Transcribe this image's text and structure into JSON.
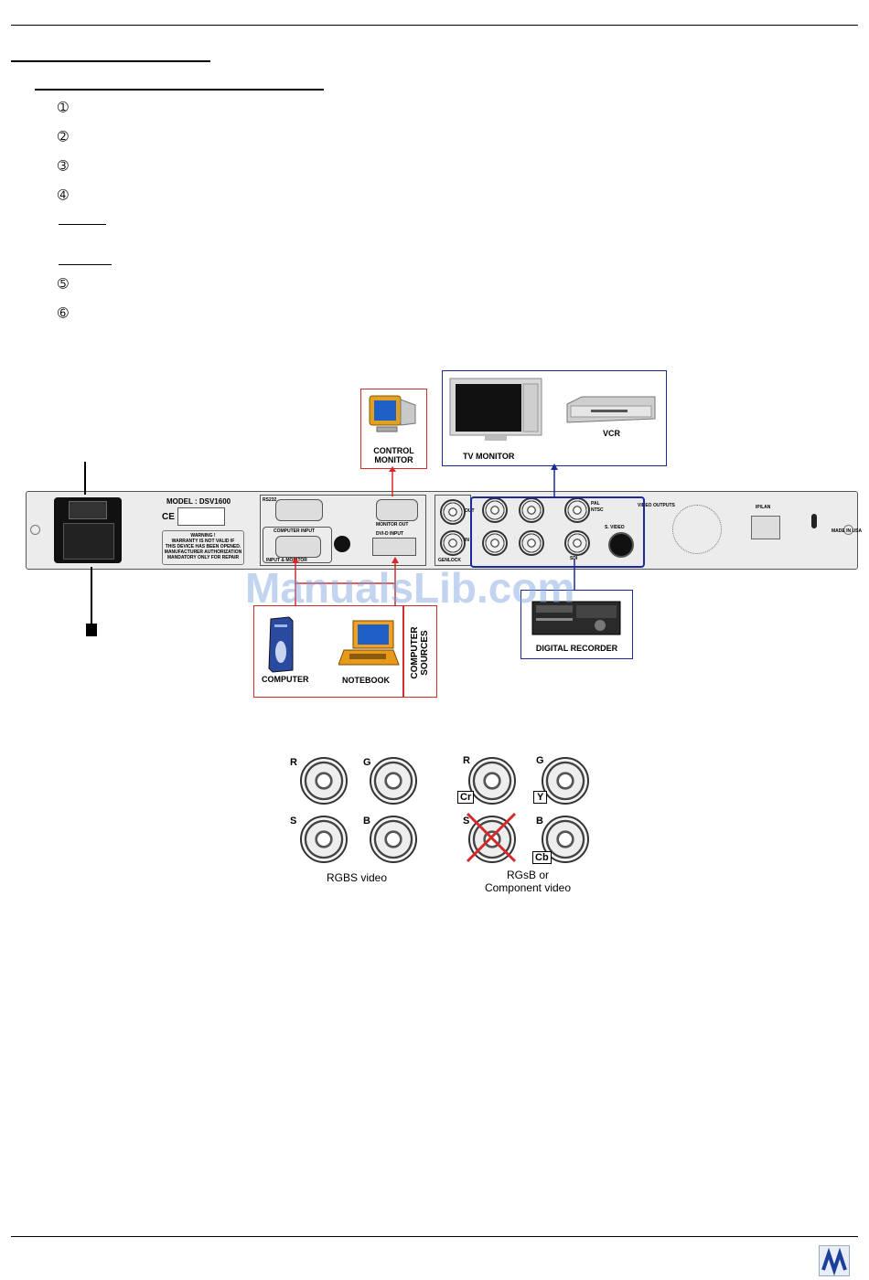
{
  "list": {
    "markers": [
      "➀",
      "➁",
      "➂",
      "➃",
      "➄",
      "➅"
    ]
  },
  "diagram": {
    "control_monitor": "CONTROL\nMONITOR",
    "tv_monitor": "TV MONITOR",
    "vcr": "VCR",
    "digital_recorder": "DIGITAL RECORDER",
    "computer": "COMPUTER",
    "notebook": "NOTEBOOK",
    "computer_sources": "COMPUTER\nSOURCES",
    "model": "MODEL : DSV1600",
    "ce_mark": "CE",
    "warning": "WARNING !\nWARRANTY IS NOT VALID IF\nTHIS DEVICE HAS BEEN OPENED.\nMANUFACTURER AUTHORIZATION\nMANDATORY ONLY FOR REPAIR",
    "rs232": "RS232",
    "computer_input": "COMPUTER INPUT",
    "monitor_out": "MONITOR OUT",
    "dvi_input": "DVI-D INPUT",
    "input_monitor": "INPUT & MONITOR",
    "out": "OUT",
    "in": "IN",
    "genlock": "GENLOCK",
    "pal_ntsc": "PAL\nNTSC",
    "sdi": "SDI",
    "s_video": "S. VIDEO",
    "video_outputs": "VIDEO OUTPUTS",
    "ip_lan": "IP/LAN",
    "made_in": "MADE IN USA",
    "port_letters": [
      "R",
      "G",
      "S",
      "B"
    ],
    "port_tags": [
      "Cr",
      "Y",
      "Cb"
    ],
    "watermark": "ManualsLib.com"
  },
  "connectors": {
    "left_letters": [
      "R",
      "G",
      "S",
      "B"
    ],
    "right_letters": [
      "R",
      "G",
      "S",
      "B"
    ],
    "right_tags": [
      "Cr",
      "Y",
      "Cb"
    ],
    "left_caption": "RGBS video",
    "right_caption": "RGsB or\nComponent video"
  },
  "colors": {
    "red": "#d42a2a",
    "blue": "#1b2a9a",
    "panel": "#ececec"
  }
}
